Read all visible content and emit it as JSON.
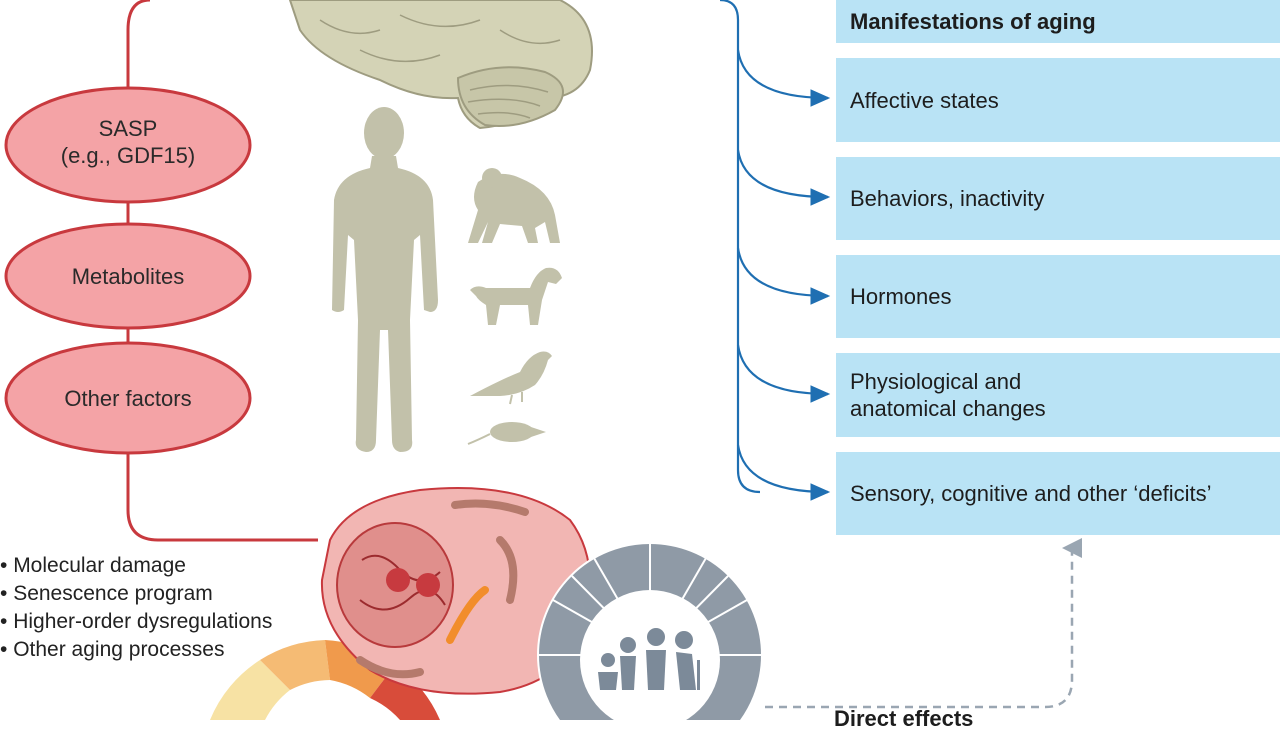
{
  "factors": [
    {
      "label": "SASP\n(e.g., GDF15)"
    },
    {
      "label": "Metabolites"
    },
    {
      "label": "Other factors"
    }
  ],
  "manifestations": {
    "header": "Manifestations of aging",
    "items": [
      "Affective states",
      "Behaviors, inactivity",
      "Hormones",
      "Physiological and\nanatomical changes",
      "Sensory, cognitive and other ‘deficits’"
    ]
  },
  "processes": [
    "Molecular damage",
    "Senescence program",
    "Higher-order dysregulations",
    "Other aging processes"
  ],
  "direct_effects_label": "Direct effects",
  "colors": {
    "factor_fill": "#f4a3a6",
    "factor_stroke": "#c8393e",
    "red_line": "#c8393e",
    "blue_arrow": "#1f6fb2",
    "box_fill": "#b9e3f5",
    "silhouette": "#c2c1aa",
    "brain": "#d4d3b6",
    "cell": "#f2b6b3",
    "dashed_arrow": "#9aa6b2"
  },
  "icons": [
    "brain-icon",
    "human-silhouette-icon",
    "chimpanzee-icon",
    "dog-icon",
    "bird-icon",
    "rodent-icon",
    "cell-icon",
    "lifespan-wheel-icon"
  ]
}
